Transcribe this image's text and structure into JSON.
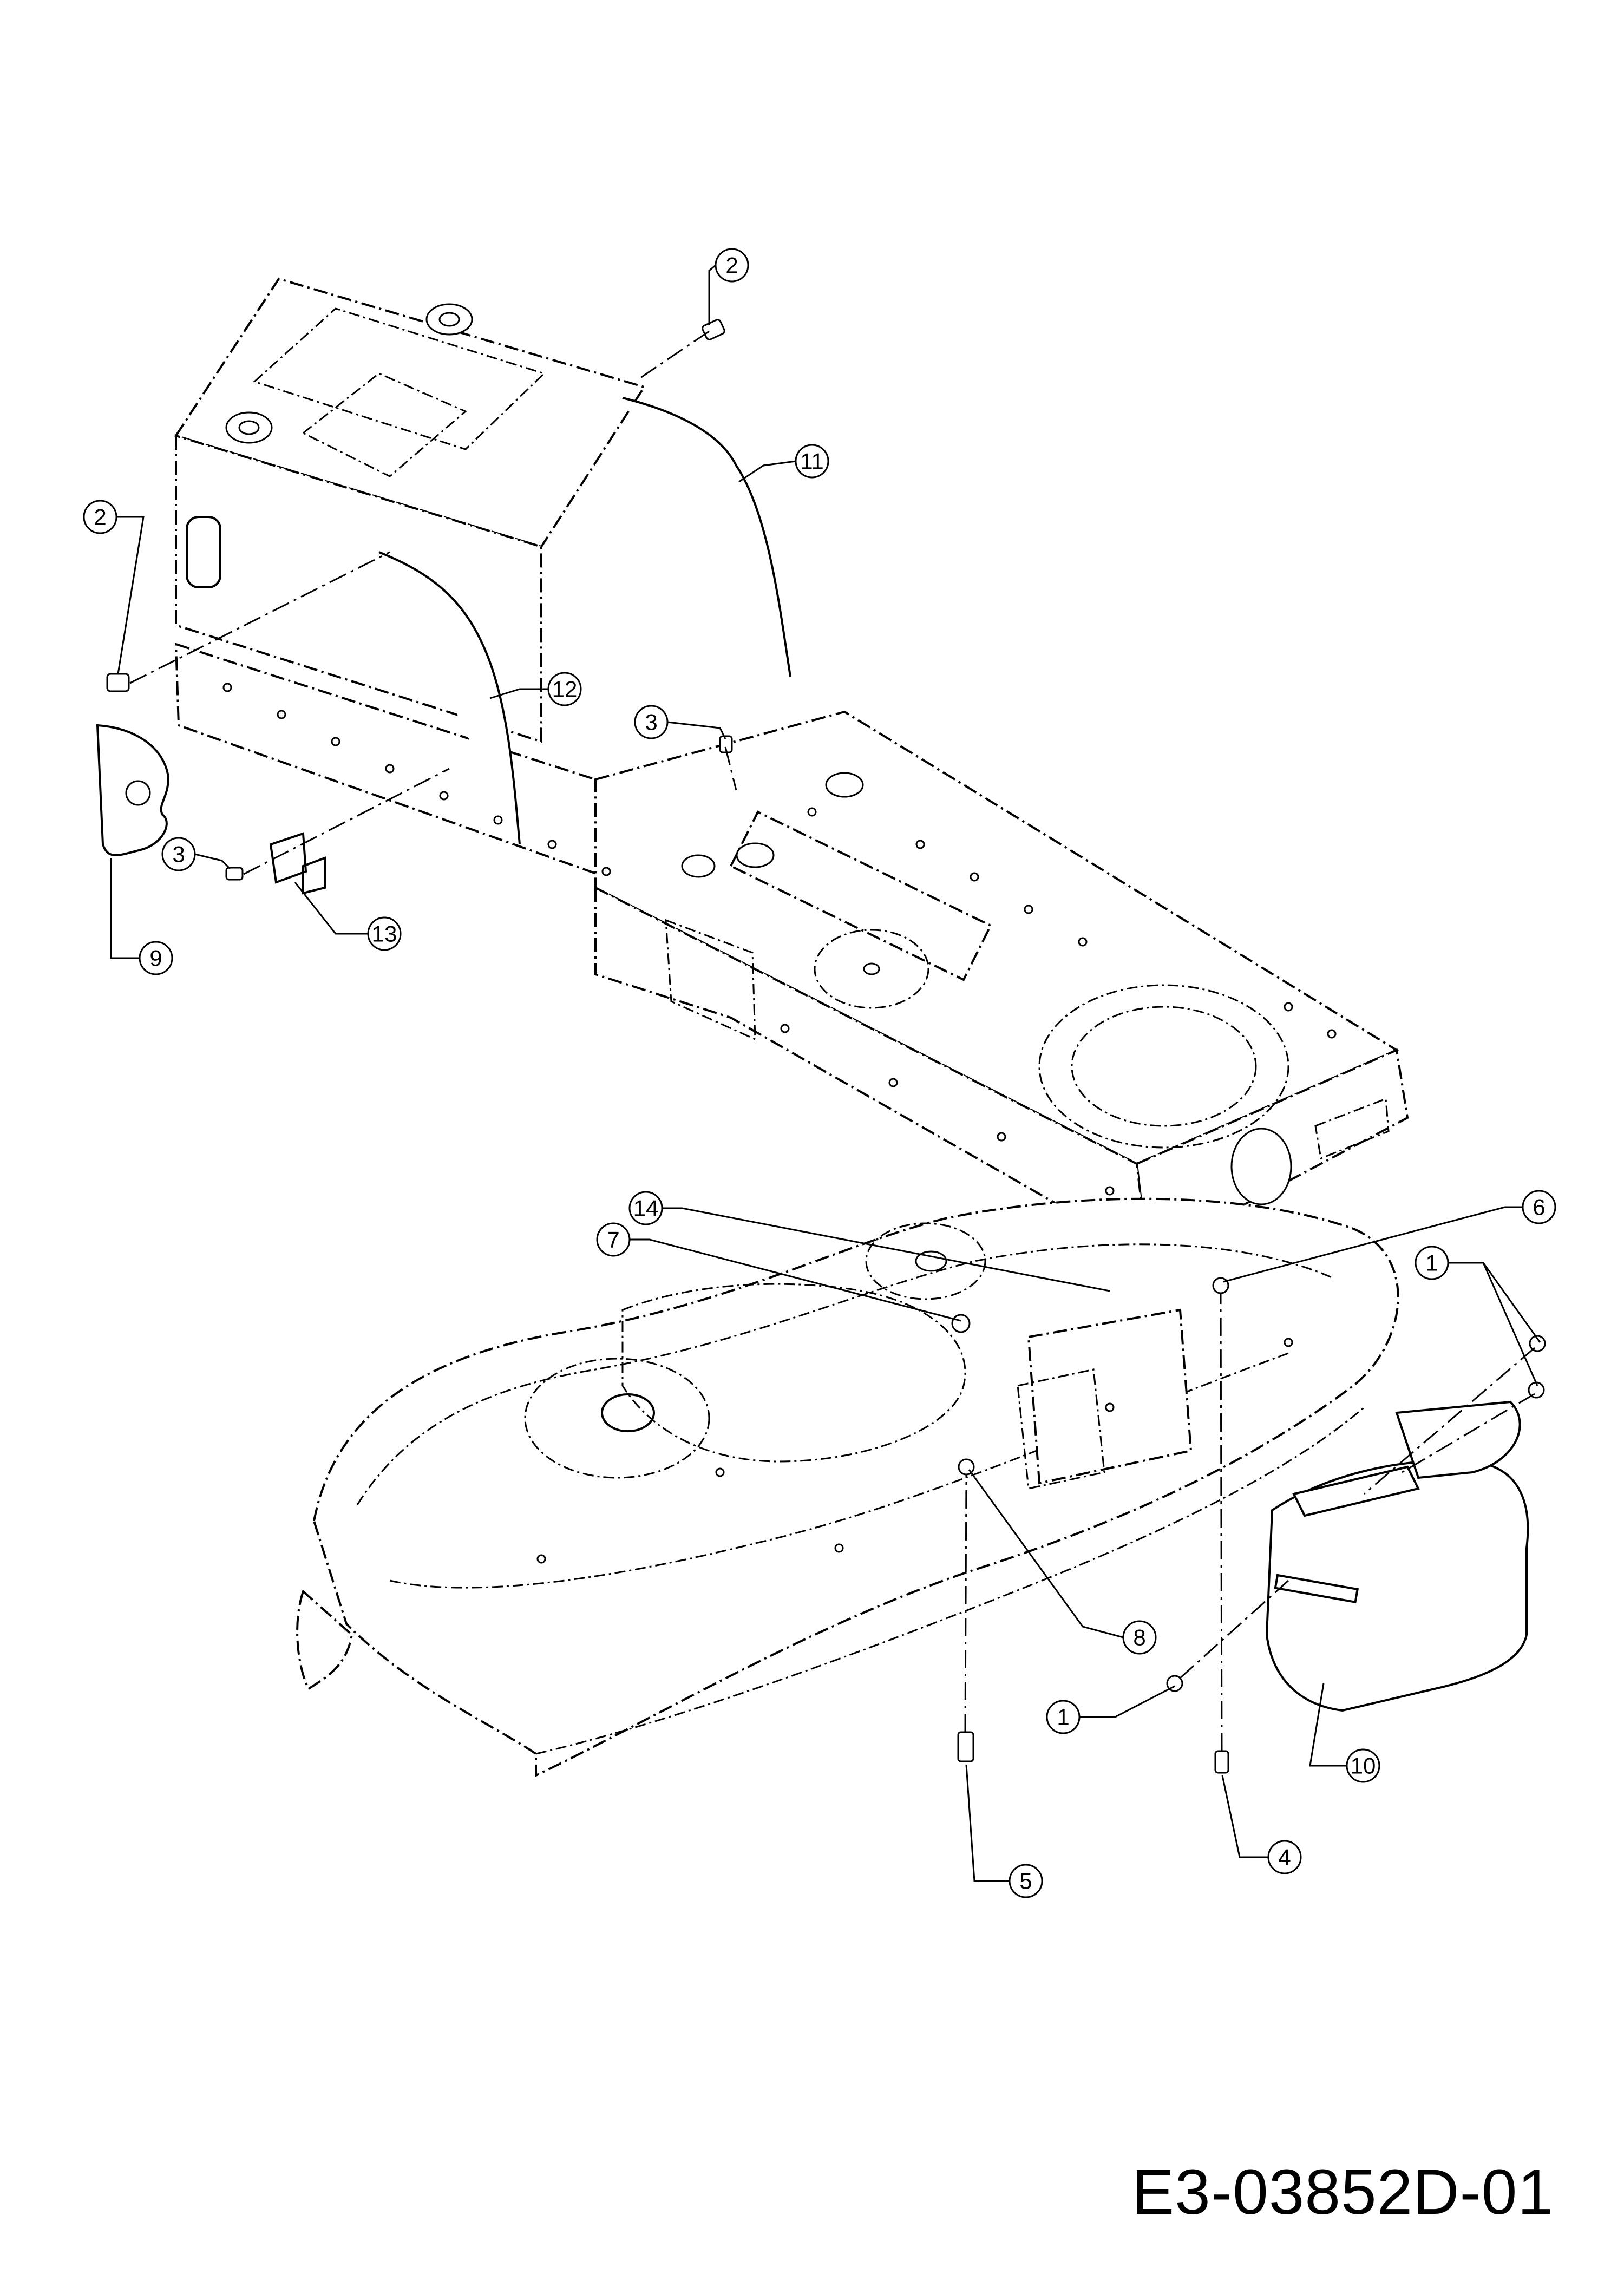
{
  "drawing_code": "E3-03852D-01",
  "callouts": [
    {
      "label": "1",
      "part": "screw"
    },
    {
      "label": "1",
      "part": "screw"
    },
    {
      "label": "2",
      "part": "screw"
    },
    {
      "label": "2",
      "part": "screw"
    },
    {
      "label": "3",
      "part": "screw"
    },
    {
      "label": "3",
      "part": "screw"
    },
    {
      "label": "4",
      "part": "screw"
    },
    {
      "label": "5",
      "part": "bolt"
    },
    {
      "label": "6",
      "part": "nut"
    },
    {
      "label": "7",
      "part": "nut"
    },
    {
      "label": "8",
      "part": "washer"
    },
    {
      "label": "9",
      "part": "plate"
    },
    {
      "label": "10",
      "part": "belt-cover"
    },
    {
      "label": "11",
      "part": "cover-panel"
    },
    {
      "label": "12",
      "part": "cover-panel"
    },
    {
      "label": "13",
      "part": "clip"
    },
    {
      "label": "14",
      "part": "bracket"
    }
  ]
}
